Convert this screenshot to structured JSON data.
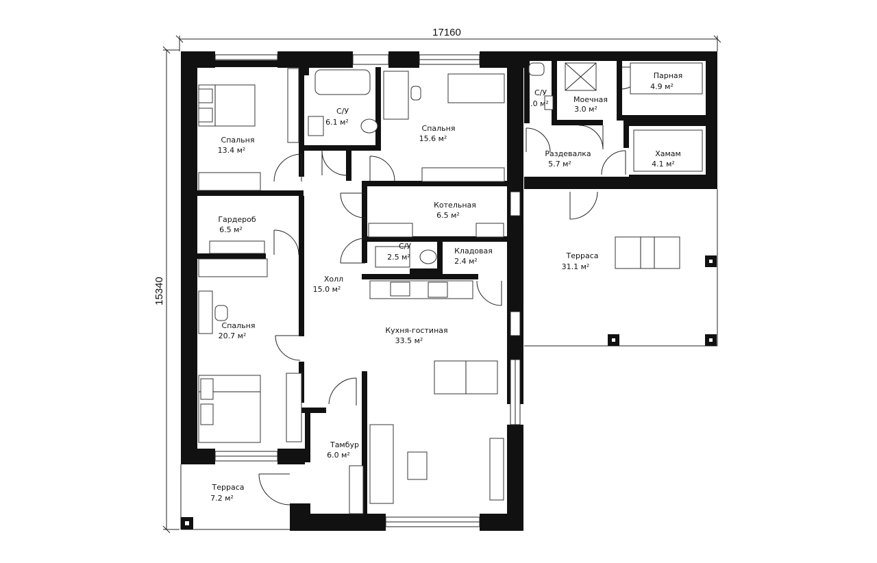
{
  "dimensions": {
    "width": "17160",
    "height": "15340"
  },
  "rooms": {
    "bedroom_1": {
      "name": "Спальня",
      "area": "13.4 м²"
    },
    "bathroom_1": {
      "name": "С/У",
      "area": "6.1 м²"
    },
    "bedroom_2": {
      "name": "Спальня",
      "area": "15.6 м²"
    },
    "bathroom_sauna": {
      "name": "С/У",
      "area": "2.0 м²"
    },
    "washroom": {
      "name": "Моечная",
      "area": "3.0 м²"
    },
    "steam_room": {
      "name": "Парная",
      "area": "4.9 м²"
    },
    "changing_room": {
      "name": "Раздевалка",
      "area": "5.7 м²"
    },
    "hammam": {
      "name": "Хамам",
      "area": "4.1 м²"
    },
    "wardrobe": {
      "name": "Гардероб",
      "area": "6.5 м²"
    },
    "boiler_room": {
      "name": "Котельная",
      "area": "6.5 м²"
    },
    "bathroom_2": {
      "name": "С/У",
      "area": "2.5 м²"
    },
    "pantry": {
      "name": "Кладовая",
      "area": "2.4 м²"
    },
    "hall": {
      "name": "Холл",
      "area": "15.0 м²"
    },
    "bedroom_3": {
      "name": "Спальня",
      "area": "20.7 м²"
    },
    "kitchen_living": {
      "name": "Кухня-гостиная",
      "area": "33.5 м²"
    },
    "vestibule": {
      "name": "Тамбур",
      "area": "6.0 м²"
    },
    "terrace_big": {
      "name": "Терраса",
      "area": "31.1 м²"
    },
    "terrace_small": {
      "name": "Терраса",
      "area": "7.2 м²"
    }
  }
}
